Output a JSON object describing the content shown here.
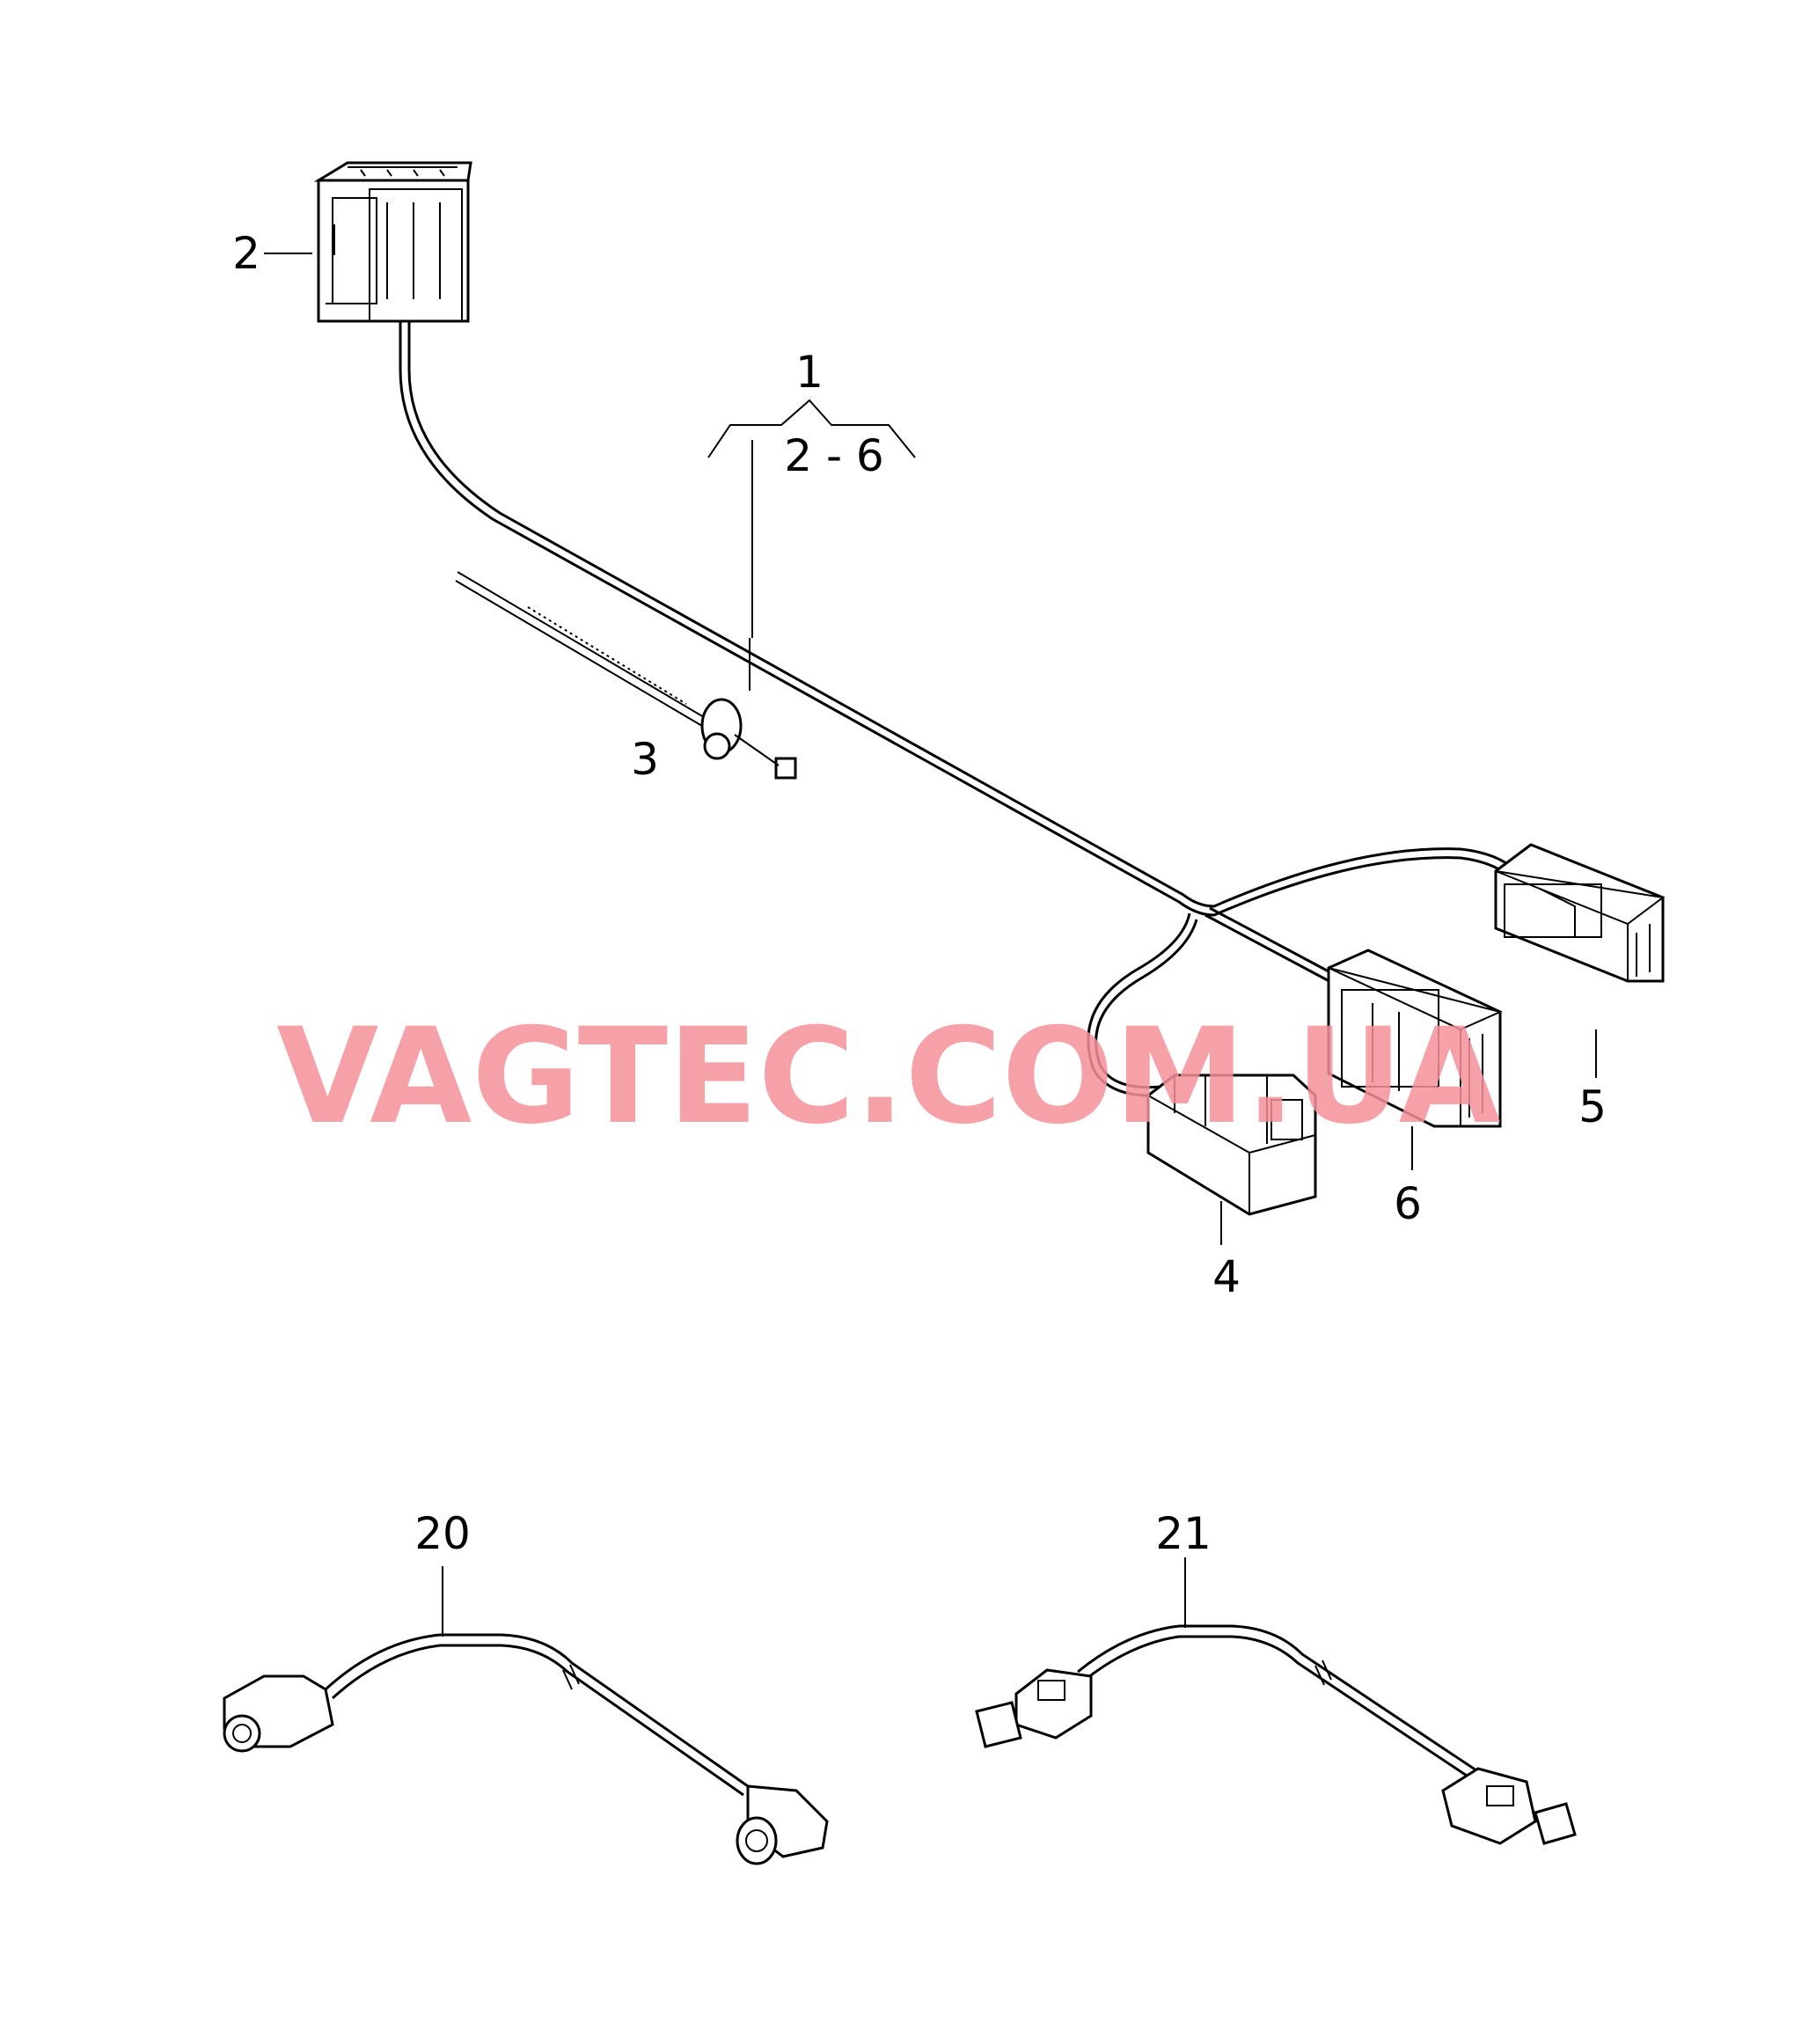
{
  "labels": {
    "l1": "1",
    "l1_range": "2 - 6",
    "l2": "2",
    "l3": "3",
    "l4": "4",
    "l5": "5",
    "l6": "6",
    "l20": "20",
    "l21": "21"
  },
  "watermark": "VAGTEC.COM.UA",
  "colors": {
    "watermark": "#f5909a",
    "line": "#000000"
  }
}
